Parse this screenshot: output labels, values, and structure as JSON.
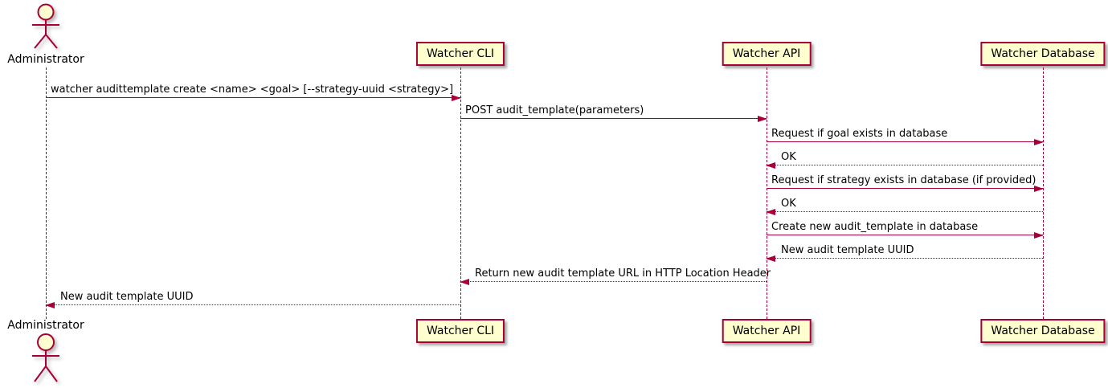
{
  "diagram": {
    "type": "sequence",
    "colors": {
      "participant_fill": "#FEFECE",
      "participant_border": "#A80036",
      "line_color": "#A80036",
      "text_color": "#000000"
    },
    "actor": {
      "label": "Administrator"
    },
    "participants": [
      {
        "label": "Watcher CLI"
      },
      {
        "label": "Watcher API"
      },
      {
        "label": "Watcher Database"
      }
    ],
    "messages": [
      {
        "from": "Administrator",
        "to": "Watcher CLI",
        "style": "solid",
        "text": "watcher audittemplate create <name> <goal> [--strategy-uuid <strategy>]"
      },
      {
        "from": "Watcher CLI",
        "to": "Watcher API",
        "style": "solid",
        "text": "POST audit_template(parameters)"
      },
      {
        "from": "Watcher API",
        "to": "Watcher Database",
        "style": "solid",
        "text": "Request if goal exists in database"
      },
      {
        "from": "Watcher Database",
        "to": "Watcher API",
        "style": "dotted",
        "text": "OK"
      },
      {
        "from": "Watcher API",
        "to": "Watcher Database",
        "style": "solid",
        "text": "Request if strategy exists in database (if provided)"
      },
      {
        "from": "Watcher Database",
        "to": "Watcher API",
        "style": "dotted",
        "text": "OK"
      },
      {
        "from": "Watcher API",
        "to": "Watcher Database",
        "style": "solid",
        "text": "Create new audit_template in database"
      },
      {
        "from": "Watcher Database",
        "to": "Watcher API",
        "style": "dotted",
        "text": "New audit template UUID"
      },
      {
        "from": "Watcher API",
        "to": "Watcher CLI",
        "style": "dotted",
        "text": "Return new audit template URL in HTTP Location Header"
      },
      {
        "from": "Watcher CLI",
        "to": "Administrator",
        "style": "dotted",
        "text": "New audit template UUID"
      }
    ]
  }
}
